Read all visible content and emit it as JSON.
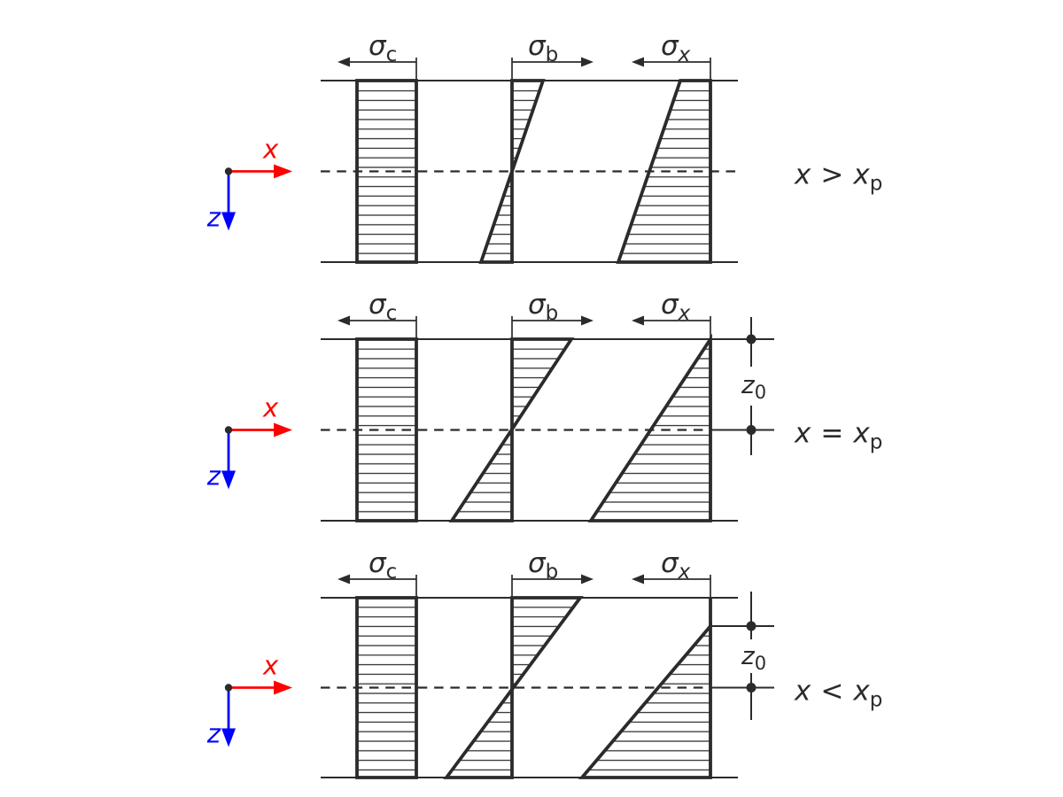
{
  "figure": {
    "background": "#ffffff",
    "colors": {
      "line": "#2b2b2b",
      "x_axis": "#ff0000",
      "z_axis": "#0000ff"
    },
    "hatch": "horizontal-lines",
    "panels": [
      {
        "name": "stress-distribution-x-greater-xp",
        "condition": {
          "lhs": "x",
          "op": ">",
          "rhs": "x",
          "sub": "p"
        },
        "axis": {
          "x": "x",
          "z": "z"
        },
        "labels": {
          "sigma_c": {
            "base": "σ",
            "sub": "c"
          },
          "sigma_b": {
            "base": "σ",
            "sub": "b"
          },
          "sigma_x": {
            "base": "σ",
            "sub": "x"
          }
        }
      },
      {
        "name": "stress-distribution-x-equals-xp",
        "condition": {
          "lhs": "x",
          "op": "=",
          "rhs": "x",
          "sub": "p"
        },
        "axis": {
          "x": "x",
          "z": "z"
        },
        "dimension": {
          "base": "z",
          "sub": "0"
        },
        "labels": {
          "sigma_c": {
            "base": "σ",
            "sub": "c"
          },
          "sigma_b": {
            "base": "σ",
            "sub": "b"
          },
          "sigma_x": {
            "base": "σ",
            "sub": "x"
          }
        }
      },
      {
        "name": "stress-distribution-x-less-xp",
        "condition": {
          "lhs": "x",
          "op": "<",
          "rhs": "x",
          "sub": "p"
        },
        "axis": {
          "x": "x",
          "z": "z"
        },
        "dimension": {
          "base": "z",
          "sub": "0"
        },
        "labels": {
          "sigma_c": {
            "base": "σ",
            "sub": "c"
          },
          "sigma_b": {
            "base": "σ",
            "sub": "b"
          },
          "sigma_x": {
            "base": "σ",
            "sub": "x"
          }
        }
      }
    ]
  }
}
